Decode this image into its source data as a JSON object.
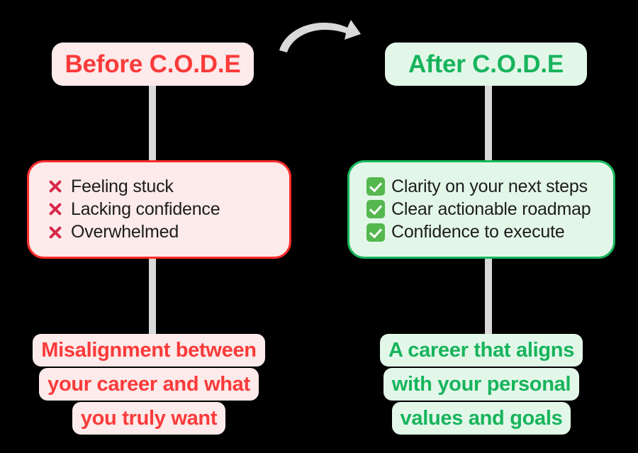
{
  "colors": {
    "background": "#000000",
    "bad_accent": "#fb3a3a",
    "bad_border": "#fb2b2b",
    "bad_surface": "#fdeaea",
    "good_accent": "#17b45c",
    "good_border": "#19b65b",
    "good_surface": "#e3f7e9",
    "check_box": "#55b84f",
    "x_mark": "#d6294a",
    "connector": "#d9d9d9",
    "arrow": "#d9d9d9",
    "list_text": "#1c1c1c"
  },
  "arrow": {
    "icon": "curved-arrow-right-icon",
    "direction": "right"
  },
  "left_column": {
    "header": "Before C.O.D.E",
    "items": [
      {
        "icon": "x-mark-icon",
        "label": "Feeling stuck"
      },
      {
        "icon": "x-mark-icon",
        "label": "Lacking confidence"
      },
      {
        "icon": "x-mark-icon",
        "label": "Overwhelmed"
      }
    ],
    "conclusion_lines": [
      "Misalignment between",
      "your career and what",
      "you truly want"
    ]
  },
  "right_column": {
    "header": "After C.O.D.E",
    "items": [
      {
        "icon": "checkbox-checked-icon",
        "label": "Clarity on your next steps"
      },
      {
        "icon": "checkbox-checked-icon",
        "label": "Clear actionable roadmap"
      },
      {
        "icon": "checkbox-checked-icon",
        "label": "Confidence to execute"
      }
    ],
    "conclusion_lines": [
      "A career that aligns",
      "with your personal",
      "values and goals"
    ]
  }
}
